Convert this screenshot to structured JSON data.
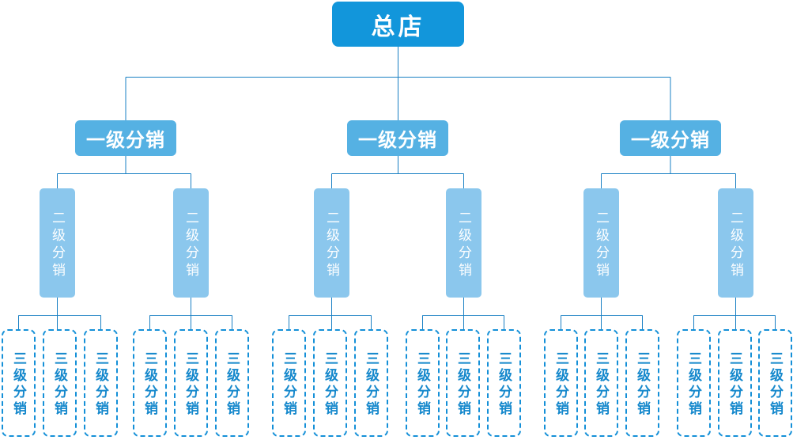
{
  "diagram": {
    "type": "org-tree",
    "root": {
      "label": "总店"
    },
    "level1": {
      "label": "一级分销",
      "count": 3,
      "children_per_root": 3
    },
    "level2": {
      "label": "二级分销",
      "count": 6,
      "children_per_level1": 2
    },
    "level3": {
      "label": "三级分销",
      "count": 18,
      "children_per_level2": 3
    }
  },
  "colors": {
    "root_fill": "#1296db",
    "root_text": "#ffffff",
    "level1_fill": "#55b1e3",
    "level1_text": "#ffffff",
    "level2_fill": "#8bc7ed",
    "level2_text": "#ffffff",
    "level3_border": "#1590d8",
    "level3_text": "#1588cc",
    "connector_line": "#1a80c4",
    "background": "#ffffff"
  }
}
